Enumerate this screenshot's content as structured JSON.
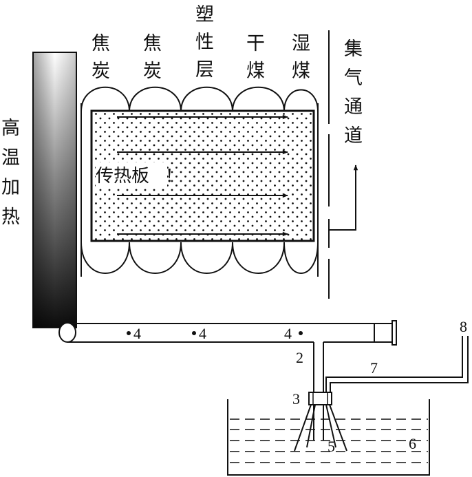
{
  "column_labels": [
    {
      "char1": "焦",
      "char2": "炭",
      "char3": ""
    },
    {
      "char1": "焦",
      "char2": "炭",
      "char3": ""
    },
    {
      "char1": "塑",
      "char2": "性",
      "char3": "层"
    },
    {
      "char1": "干",
      "char2": "煤",
      "char3": ""
    },
    {
      "char1": "湿",
      "char2": "煤",
      "char3": ""
    }
  ],
  "gas_channel": {
    "chars": [
      "集",
      "气",
      "通",
      "道"
    ]
  },
  "heater": {
    "chars": [
      "高",
      "温",
      "加",
      "热"
    ]
  },
  "board_label": "传热板",
  "numbers": {
    "n2": "2",
    "n3": "3",
    "n4a": "4",
    "n4b": "4",
    "n4c": "4",
    "n5": "5",
    "n6": "6",
    "n7": "7",
    "n8": "8"
  },
  "colors": {
    "line": "#111111",
    "heater_dark": "#111111",
    "heater_light": "#ffffff"
  }
}
